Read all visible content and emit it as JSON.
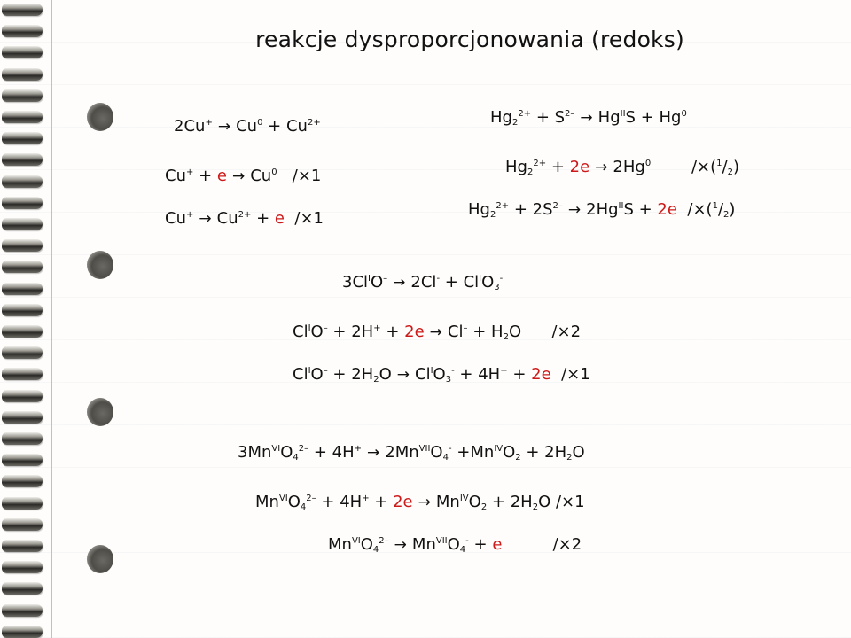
{
  "title": "reakcje dysproporcjonowania (redoks)",
  "arrow": "→",
  "colors": {
    "electron": "#cc1a1a",
    "text": "#111111"
  },
  "copper": {
    "overall": "2Cu⁺ → Cu⁰ + Cu²⁺",
    "half1": "Cu⁺ + e → Cu⁰  /×1",
    "half2": "Cu⁺ → Cu²⁺ + e  /×1"
  },
  "mercury": {
    "overall": "Hg₂²⁺ + S²⁻ → HgᴵᴵS + Hg⁰",
    "half1": "Hg₂²⁺ + 2e → 2Hg⁰  /×(1/2)",
    "half2": "Hg₂²⁺ + 2S²⁻ → 2HgᴵᴵS + 2e  /×(1/2)"
  },
  "chlorine": {
    "overall": "3ClᴵO⁻ → 2Cl⁻ + ClᴵO₃⁻",
    "half1": "ClᴵO⁻ + 2H⁺ + 2e → Cl⁻ + H₂O  /×2",
    "half2": "ClᴵO⁻ + 2H₂O → ClᴵO₃⁻ + 4H⁺ + 2e  /×1"
  },
  "manganese": {
    "overall": "3MnᵛᴵO₄²⁻ + 4H⁺ → 2MnᵛᴵᴵO₄⁻ +MnᴵᵛO₂ + 2H₂O",
    "half1": "MnᵛᴵO₄²⁻ + 4H⁺ + 2e → MnᴵᵛO₂ + 2H₂O  /×1",
    "half2": "MnᵛᴵO₄²⁻ → MnᵛᴵᴵO₄⁻ + e  /×2"
  }
}
